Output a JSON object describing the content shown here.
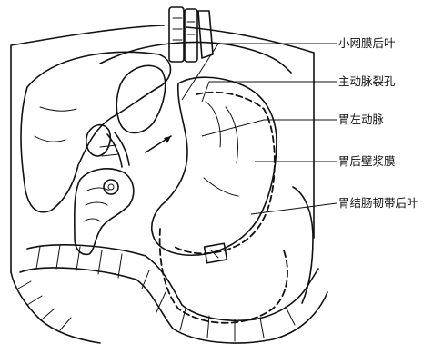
{
  "figure": {
    "labels": [
      {
        "id": "lesser-omentum-posterior-layer",
        "text": "小网膜后叶"
      },
      {
        "id": "aortic-hiatus",
        "text": "主动脉裂孔"
      },
      {
        "id": "left-gastric-artery",
        "text": "胃左动脉"
      },
      {
        "id": "posterior-gastric-serosa",
        "text": "胃后壁浆膜"
      },
      {
        "id": "gastrocolic-ligament-posterior-layer",
        "text": "胃结肠韧带后叶"
      }
    ]
  }
}
